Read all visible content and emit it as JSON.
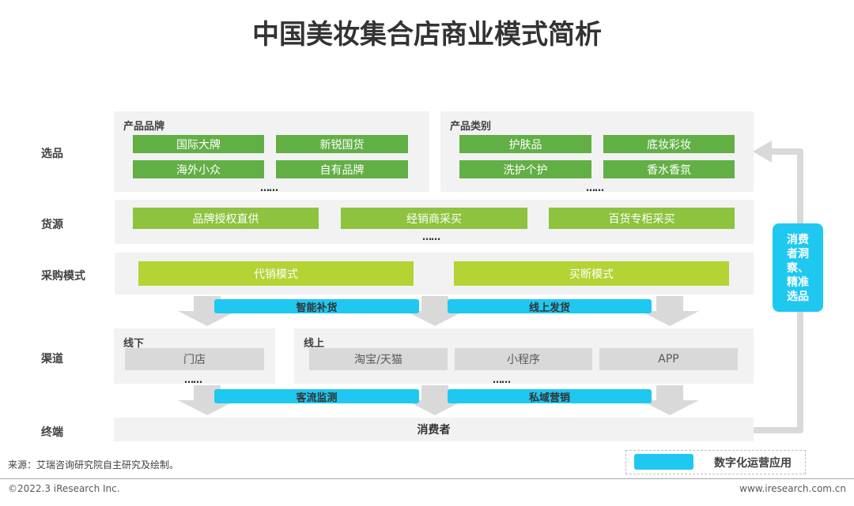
{
  "title": "中国美妆集合店商业模式简析",
  "rows": [
    "选品",
    "货源",
    "采购模式",
    "渠道",
    "终端"
  ],
  "brand": {
    "header": "产品品牌",
    "items": [
      "国际大牌",
      "新锐国货",
      "海外小众",
      "自有品牌"
    ]
  },
  "category": {
    "header": "产品类别",
    "items": [
      "护肤品",
      "底妆彩妆",
      "洗护个护",
      "香水香氛"
    ]
  },
  "supply": [
    "品牌授权直供",
    "经销商采买",
    "百货专柜采买"
  ],
  "purchase": [
    "代销模式",
    "买断模式"
  ],
  "digital1": [
    "智能补货",
    "线上发货"
  ],
  "digital2": [
    "客流监测",
    "私域营销"
  ],
  "offline": {
    "header": "线下",
    "items": [
      "门店"
    ]
  },
  "online": {
    "header": "线上",
    "items": [
      "淘宝/天猫",
      "小程序",
      "APP"
    ]
  },
  "terminal": "消费者",
  "ellipsis": "……",
  "feedback": "消费者洞察、精准选品",
  "legend": "数字化运营应用",
  "source": "来源：艾瑞咨询研究院自主研究及绘制。",
  "footer": {
    "copyright": "©2022.3 iResearch Inc.",
    "url": "www.iresearch.com.cn"
  },
  "colors": {
    "dark_green": "#62af45",
    "green": "#8dc33f",
    "lime": "#b4d334",
    "cyan": "#1fc8f0",
    "panel": "#f2f2f2"
  }
}
